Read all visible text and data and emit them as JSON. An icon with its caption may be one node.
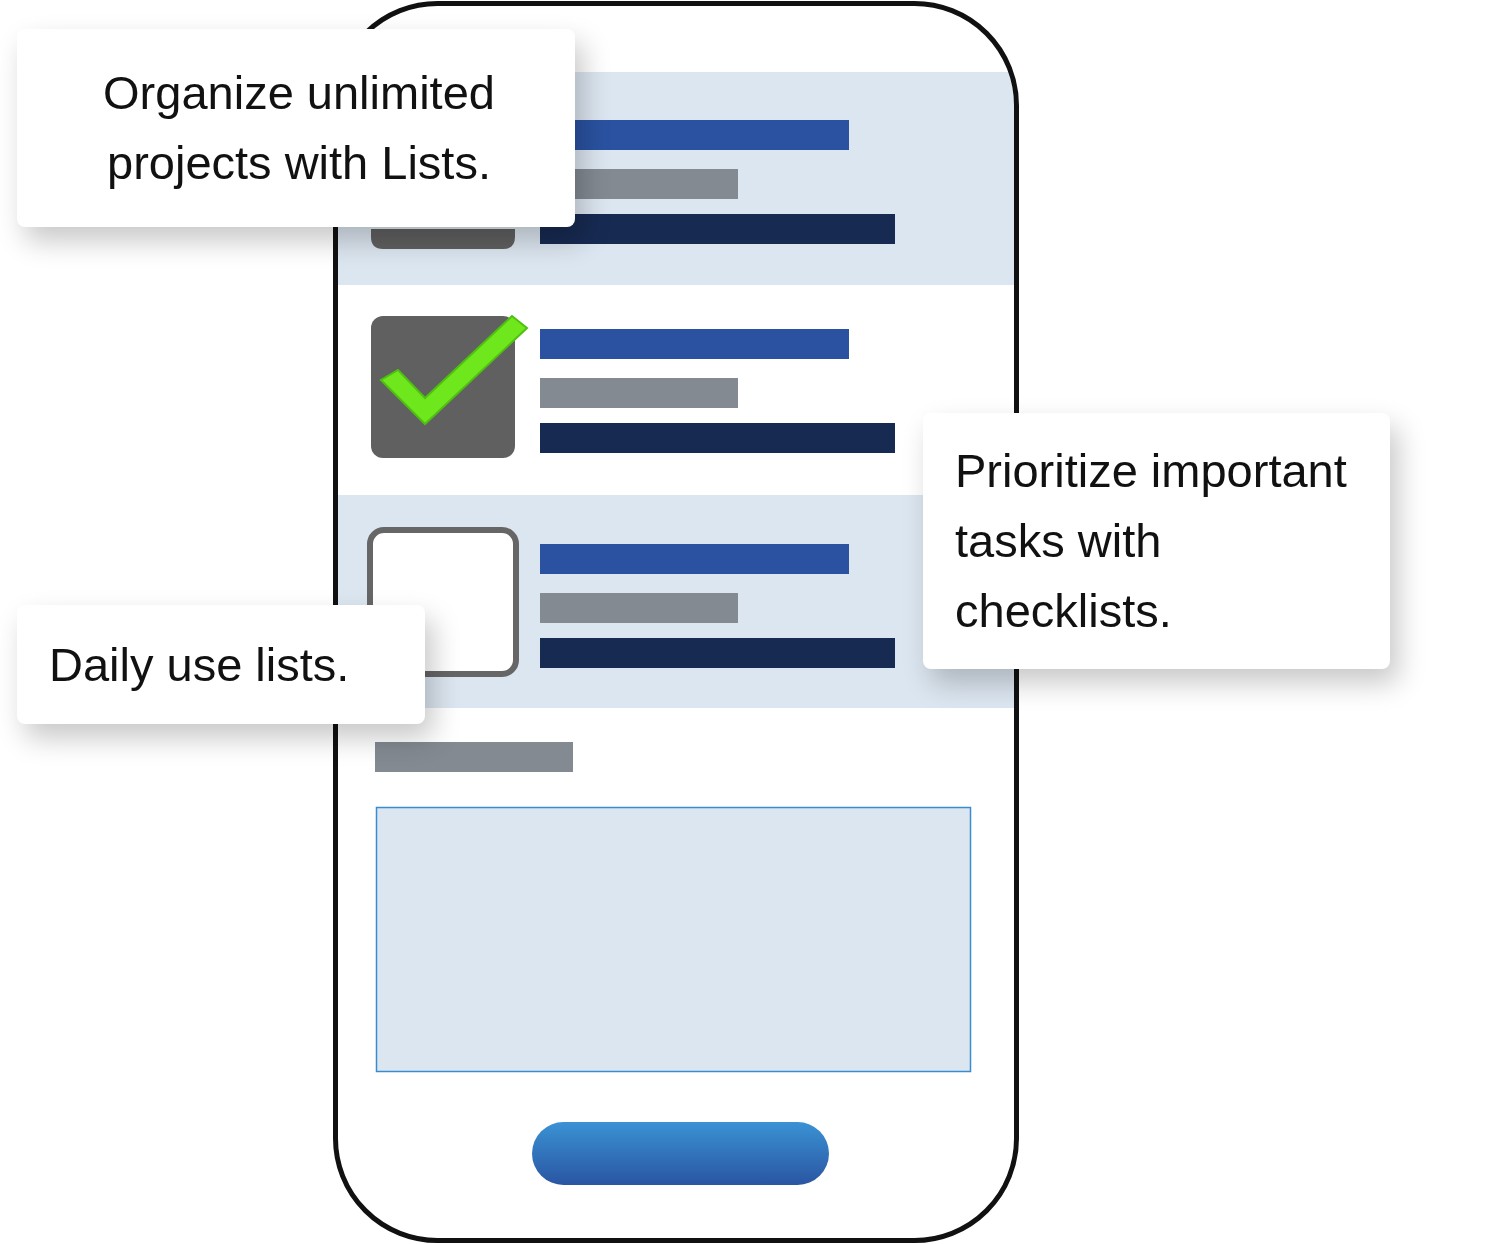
{
  "diagram": {
    "nodes": [
      {
        "text": [
          "Organize unlimited projects with Lists."
        ]
      },
      {
        "text": [
          "Prioritize important tasks with checklists."
        ]
      },
      {
        "text": [
          "Daily use lists."
        ]
      }
    ]
  }
}
